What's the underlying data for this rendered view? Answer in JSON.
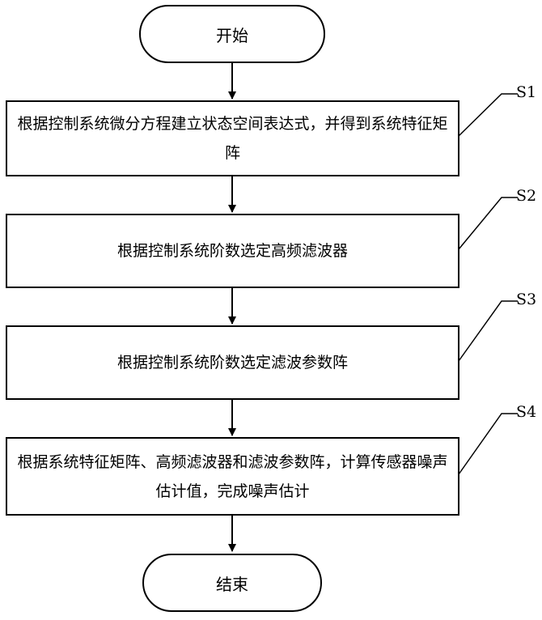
{
  "flowchart": {
    "start": "开始",
    "end": "结束",
    "steps": [
      {
        "label": "S1",
        "text": "根据控制系统微分方程建立状态空间表达式，并得到系统特征矩阵"
      },
      {
        "label": "S2",
        "text": "根据控制系统阶数选定高频滤波器"
      },
      {
        "label": "S3",
        "text": "根据控制系统阶数选定滤波参数阵"
      },
      {
        "label": "S4",
        "text": "根据系统特征矩阵、高频滤波器和滤波参数阵，计算传感器噪声估计值，完成噪声估计"
      }
    ]
  }
}
